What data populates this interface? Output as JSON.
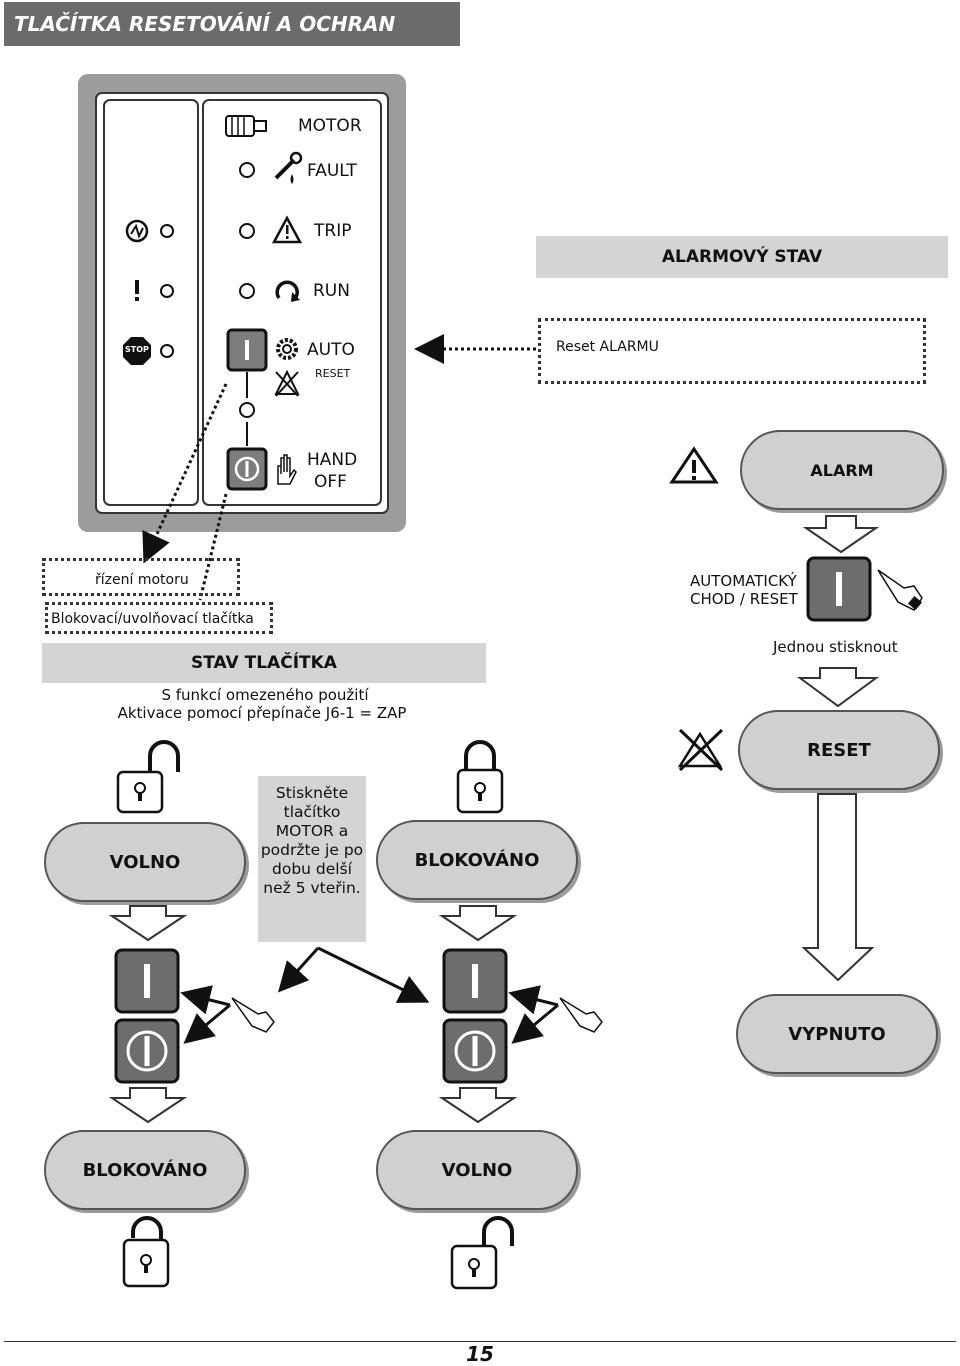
{
  "header": {
    "title": "TLAČÍTKA RESETOVÁNÍ A OCHRAN"
  },
  "panel": {
    "motor": "MOTOR",
    "fault": "FAULT",
    "trip": "TRIP",
    "run": "RUN",
    "auto": "AUTO",
    "reset": "RESET",
    "hand": "HAND",
    "off": "OFF",
    "stop": "STOP"
  },
  "alarm_section": {
    "band": "ALARMOVÝ STAV",
    "reset_alarm": "Reset ALARMU",
    "alarm_pill": "ALARM",
    "auto_run_line1": "AUTOMATICKÝ",
    "auto_run_line2": "CHOD / RESET",
    "press_once": "Jednou stisknout",
    "reset_pill": "RESET",
    "off_pill": "VYPNUTO"
  },
  "left_labels": {
    "motor_control": "řízení motoru",
    "lock_buttons": "Blokovací/uvolňovací tlačítka"
  },
  "buttons_section": {
    "band": "STAV TLAČÍTKA",
    "line1": "S funkcí omezeného použití",
    "line2": "Aktivace pomocí přepínače J6-1 = ZAP",
    "free": "VOLNO",
    "locked": "BLOKOVÁNO",
    "note": "Stiskněte tlačítko MOTOR a podržte je po dobu delší než 5 vteřin.",
    "result_locked": "BLOKOVÁNO",
    "result_free": "VOLNO"
  },
  "footer": {
    "page_number": "15"
  }
}
